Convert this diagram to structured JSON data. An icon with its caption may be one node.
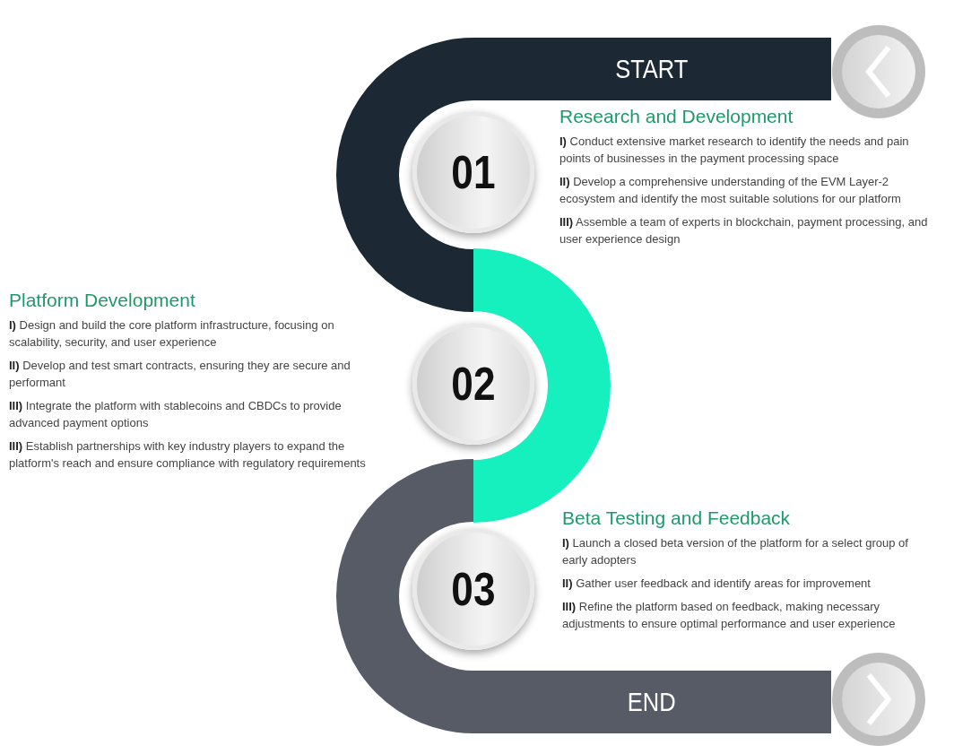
{
  "diagram": {
    "nodes": [
      {
        "text": [
          "START"
        ]
      },
      {
        "text": [
          "01"
        ],
        "beside": [
          "Research and Development",
          "**I)** Conduct extensive market research to identify the needs and pain points of businesses in the payment processing space",
          "**II)** Develop a comprehensive understanding of the EVM Layer-2 ecosystem and identify the most suitable solutions for our platform",
          "**III)** Assemble a team of experts in blockchain, payment processing, and user experience design"
        ]
      },
      {
        "text": [
          "02"
        ],
        "beside": [
          "Platform Development",
          "**I)** Design and build the core platform infrastructure, focusing on scalability, security, and user experience",
          "**II)** Develop and test smart contracts, ensuring they are secure and performant",
          "**III)** Integrate the platform with stablecoins and CBDCs to provide advanced payment options",
          "**III)** Establish partnerships with key industry players to expand the platform's reach and ensure compliance with regulatory requirements"
        ]
      },
      {
        "text": [
          "03"
        ],
        "beside": [
          "Beta Testing and Feedback",
          "**I)** Launch a closed beta version of the platform for a select group of early adopters",
          "**II)** Gather user feedback and identify areas for improvement",
          "**III)** Refine the platform based on feedback, making necessary adjustments to ensure optimal performance and user experience"
        ]
      },
      {
        "text": [
          "END"
        ]
      }
    ],
    "edges": []
  }
}
